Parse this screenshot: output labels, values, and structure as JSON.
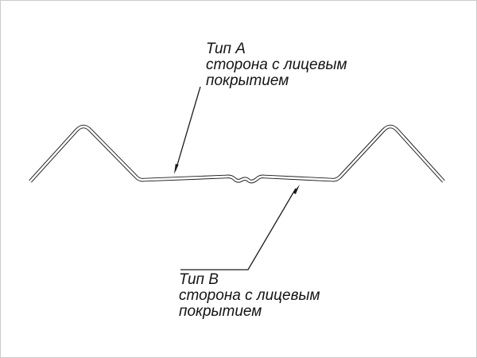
{
  "colors": {
    "ink": "#1a1a1a",
    "background": "#ffffff"
  },
  "labels": {
    "type_a": {
      "title": "Тип А",
      "line1": "сторона с лицевым",
      "line2": "покрытием"
    },
    "type_b": {
      "title": "Тип В",
      "line1": "сторона с лицевым",
      "line2": "покрытием"
    }
  }
}
